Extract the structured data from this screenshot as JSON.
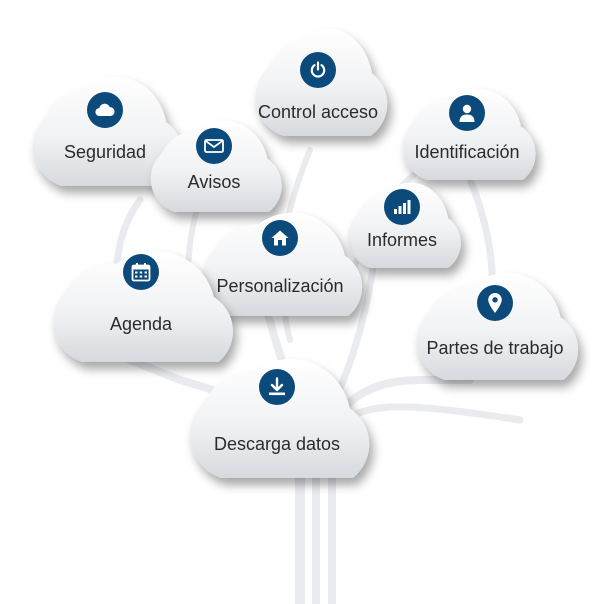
{
  "colors": {
    "icon_badge": "#0b4a7a",
    "cloud_fill_top": "#ffffff",
    "cloud_fill_bottom": "#d9dce0",
    "trunk": "#eceef0",
    "label_text": "#2b2b2b"
  },
  "clouds": [
    {
      "id": "control-acceso",
      "label": "Control acceso",
      "icon": "power-icon"
    },
    {
      "id": "seguridad",
      "label": "Seguridad",
      "icon": "cloud-icon"
    },
    {
      "id": "identificacion",
      "label": "Identificación",
      "icon": "user-icon"
    },
    {
      "id": "avisos",
      "label": "Avisos",
      "icon": "envelope-icon"
    },
    {
      "id": "informes",
      "label": "Informes",
      "icon": "bar-chart-icon"
    },
    {
      "id": "personalizacion",
      "label": "Personalización",
      "icon": "home-icon"
    },
    {
      "id": "agenda",
      "label": "Agenda",
      "icon": "calendar-icon"
    },
    {
      "id": "partes-de-trabajo",
      "label": "Partes de trabajo",
      "icon": "map-pin-icon"
    },
    {
      "id": "descarga-datos",
      "label": "Descarga datos",
      "icon": "download-icon"
    }
  ]
}
